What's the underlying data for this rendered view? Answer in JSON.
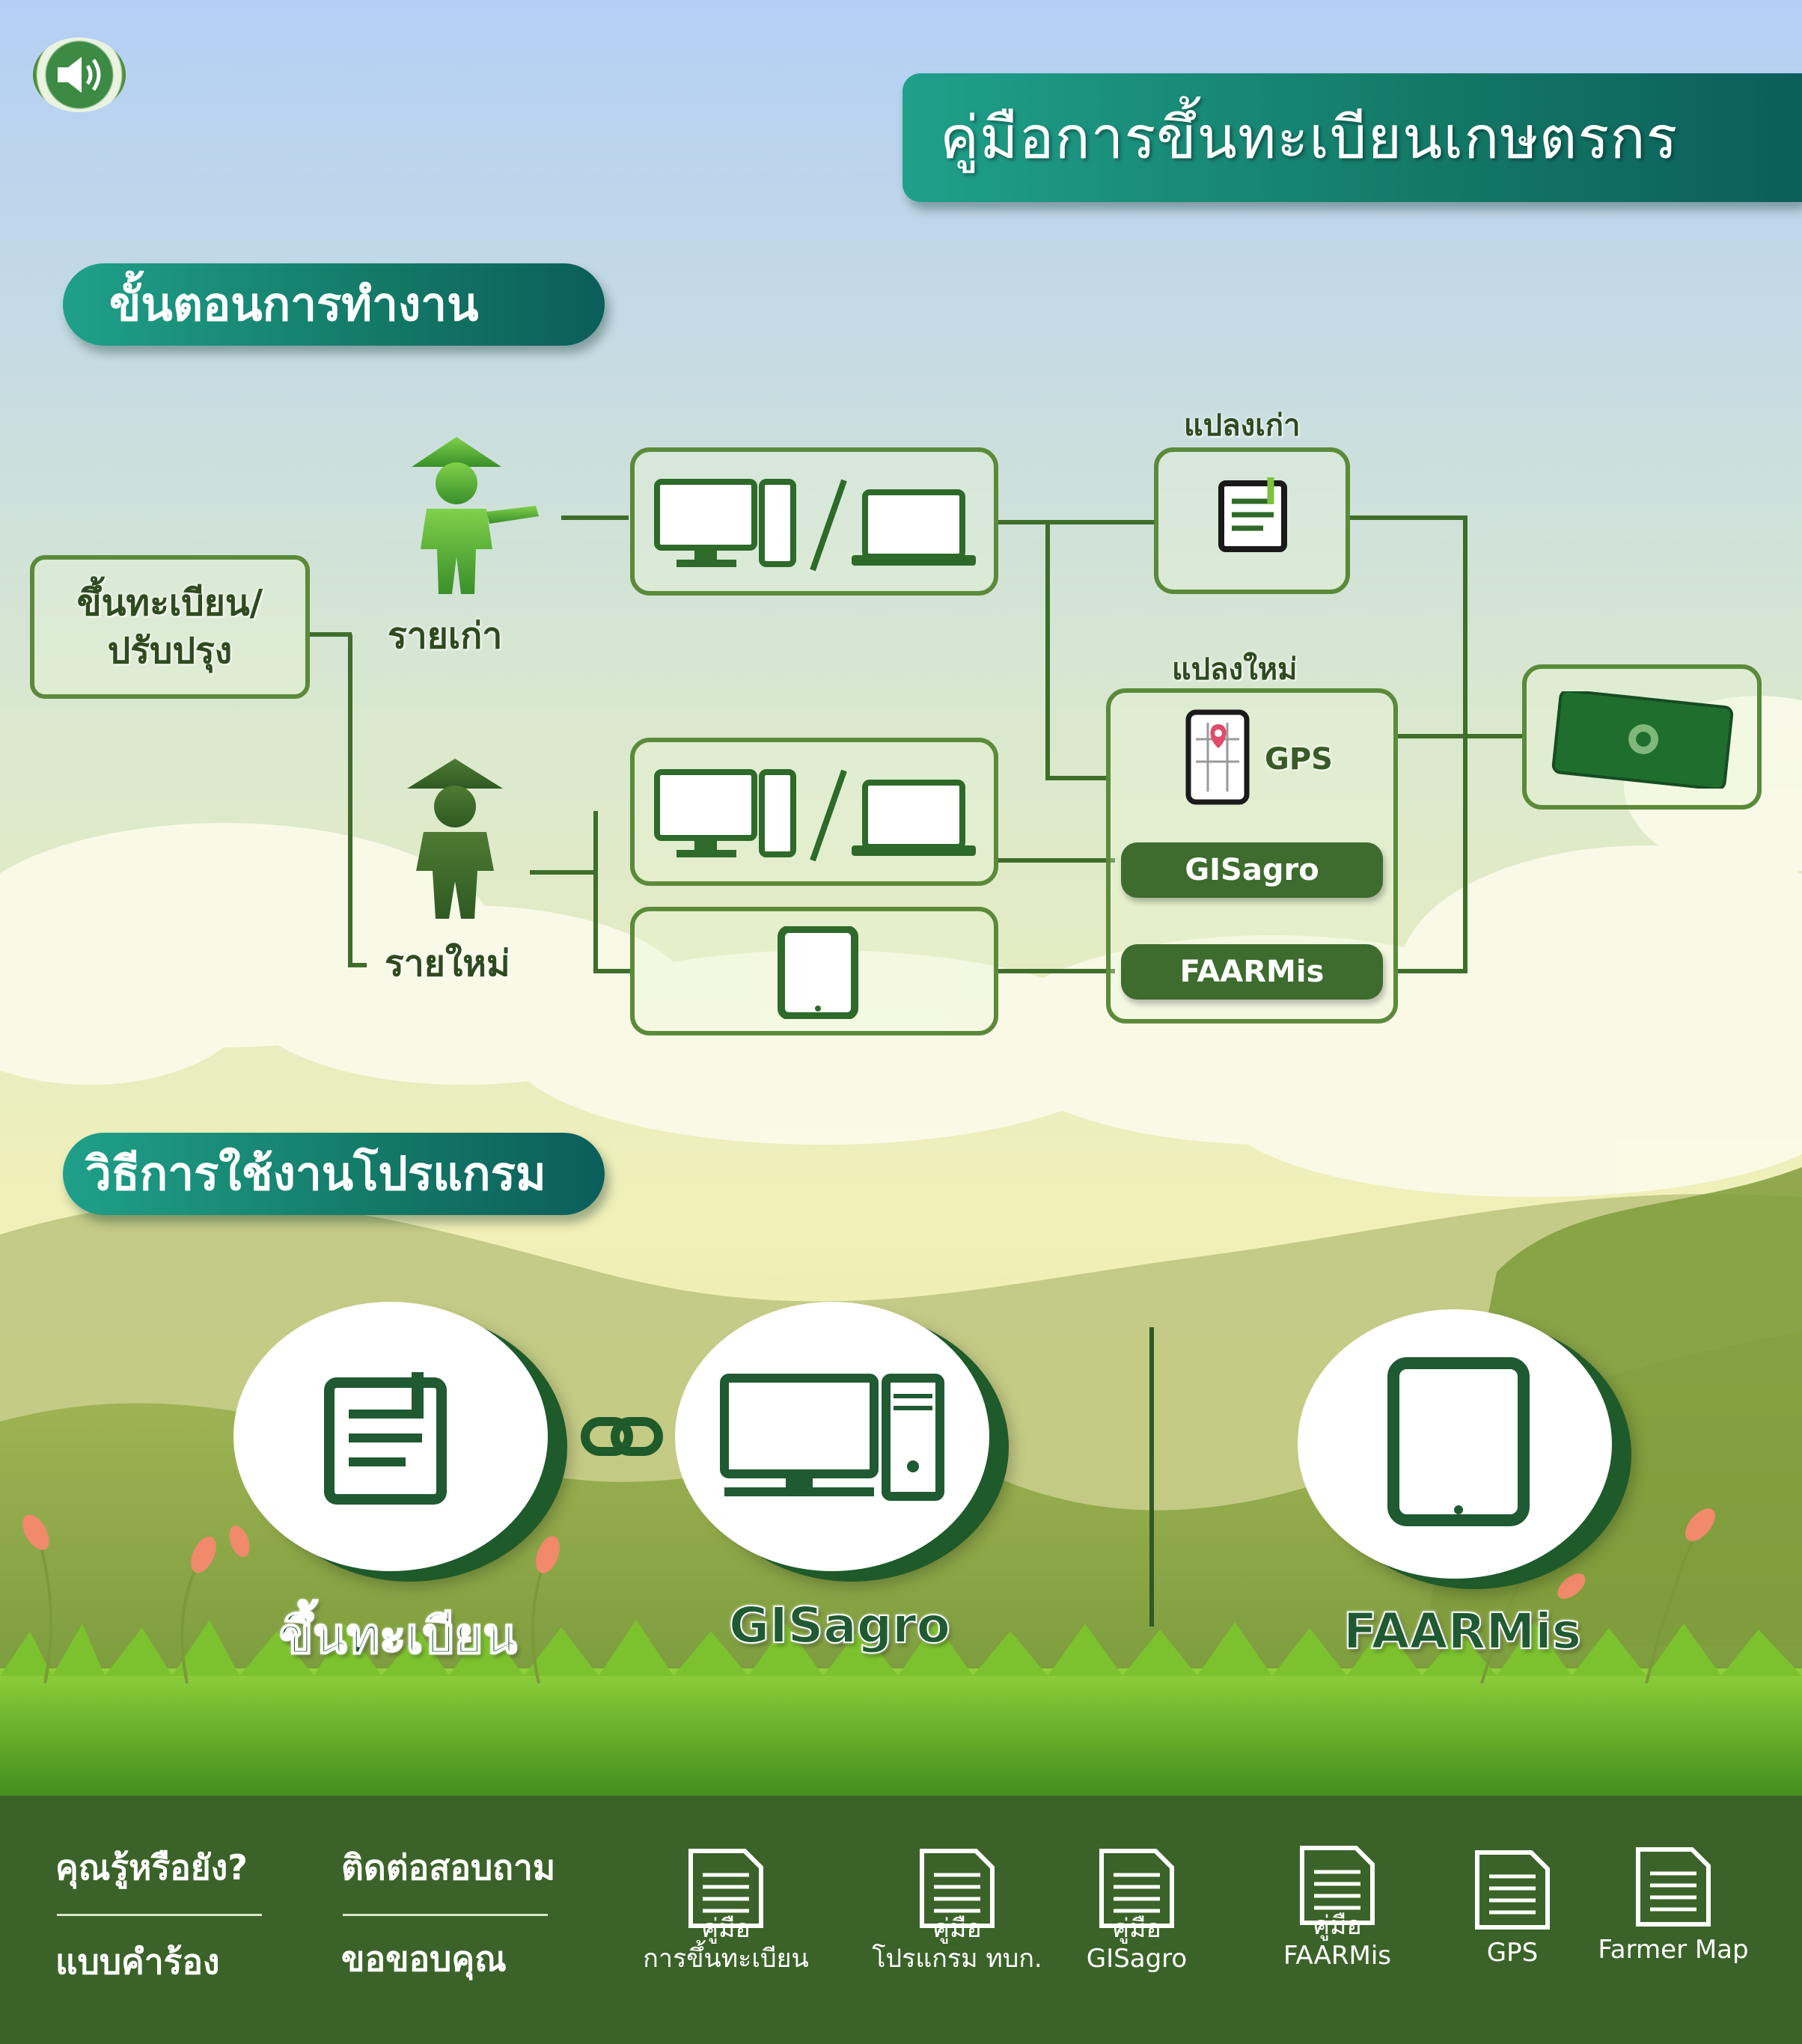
{
  "header": {
    "title": "คู่มือการขึ้นทะเบียนเกษตรกร"
  },
  "sound_button": {
    "icon": "speaker-icon"
  },
  "sections": {
    "workflow": "ขั้นตอนการทำงาน",
    "usage": "วิธีการใช้งานโปรแกรม"
  },
  "workflow": {
    "register_box": "ขึ้นทะเบียน/\nปรับปรุง",
    "old_farmer": "รายเก่า",
    "new_farmer": "รายใหม่",
    "old_plot": "แปลงเก่า",
    "new_plot": "แปลงใหม่",
    "gps": "GPS",
    "gisagro": "GISagro",
    "faarmis": "FAARMis"
  },
  "usage": {
    "register": "ขึ้นทะเบียน",
    "gisagro": "GISagro",
    "faarmis": "FAARMis"
  },
  "footer": {
    "links": {
      "did_you_know": "คุณรู้หรือยัง?",
      "contact": "ติดต่อสอบถาม",
      "request_form": "แบบคำร้อง",
      "thanks": "ขอขอบคุณ"
    },
    "docs": [
      {
        "line1": "คู่มือ",
        "line2": "การขึ้นทะเบียน"
      },
      {
        "line1": "คู่มือ",
        "line2": "โปรแกรม ทบก."
      },
      {
        "line1": "คู่มือ",
        "line2": "GISagro"
      },
      {
        "line1": "คู่มือ",
        "line2": "FAARMis"
      },
      {
        "line1": "",
        "line2": "GPS"
      },
      {
        "line1": "",
        "line2": "Farmer Map"
      }
    ]
  },
  "colors": {
    "footer": "#3b6329",
    "accent": "#137866",
    "dark_green": "#1f5a2a"
  }
}
